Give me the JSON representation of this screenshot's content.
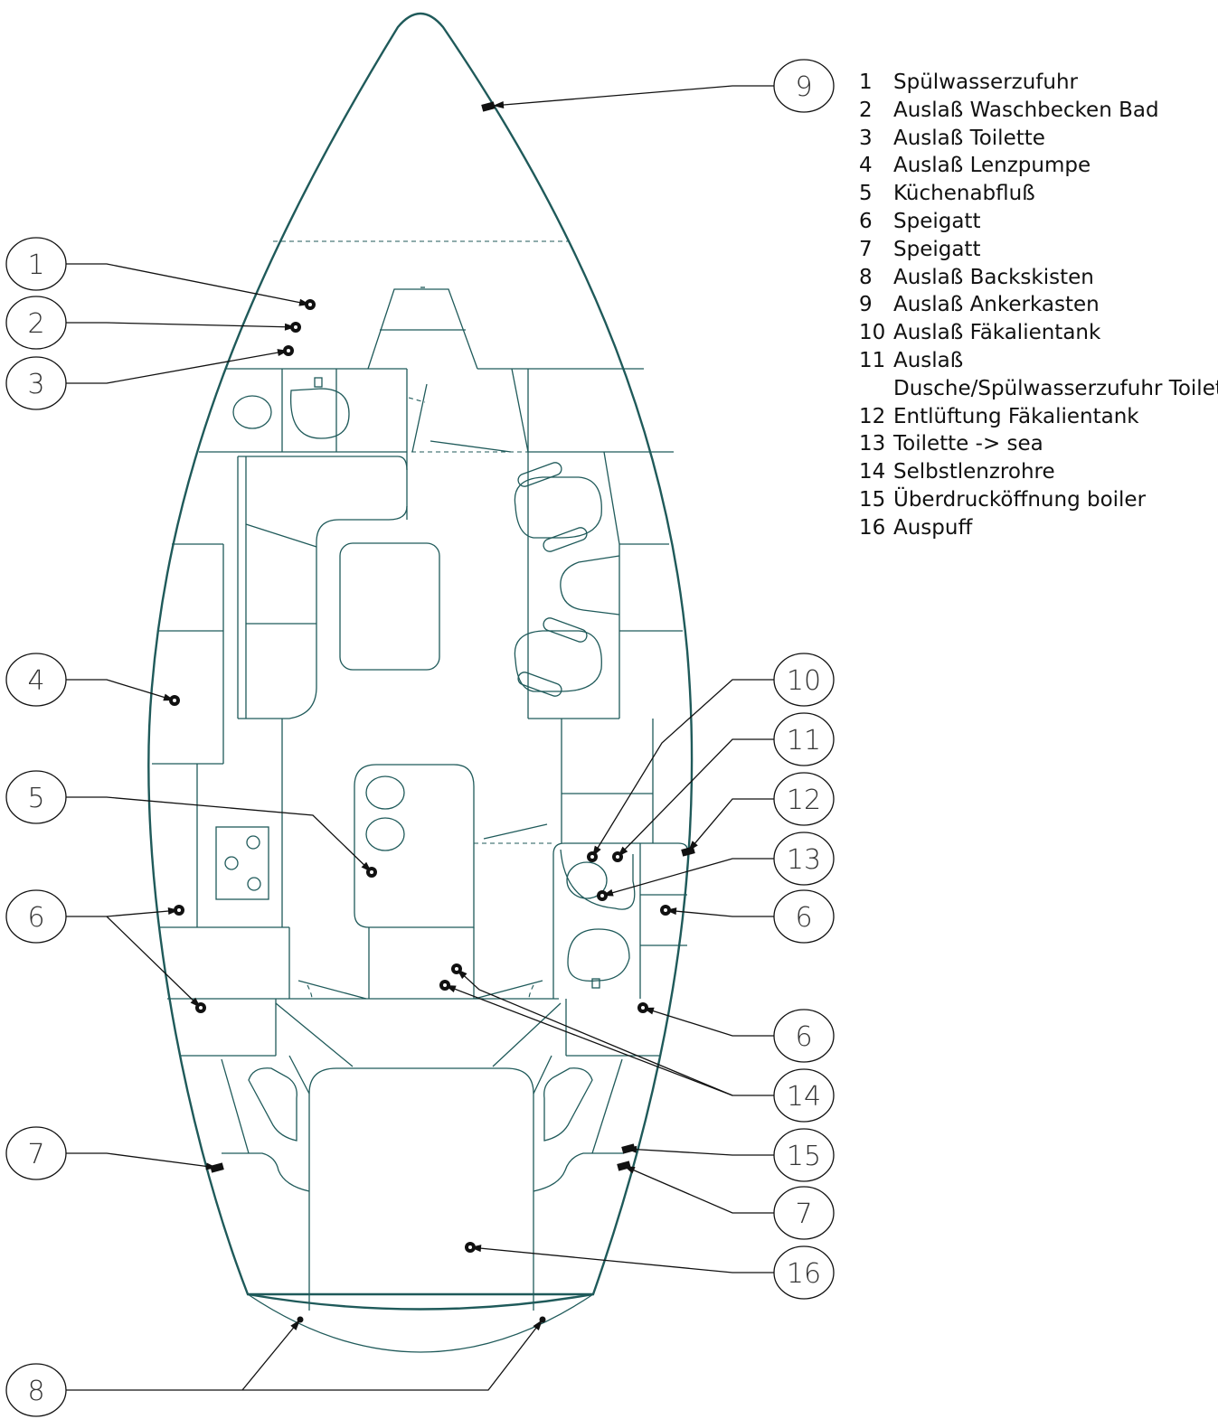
{
  "colors": {
    "hull": "#1f5a5a",
    "leader": "#111111"
  },
  "legend": [
    {
      "num": "1",
      "label": "Spülwasserzufuhr"
    },
    {
      "num": "2",
      "label": "Auslaß Waschbecken Bad"
    },
    {
      "num": "3",
      "label": "Auslaß Toilette"
    },
    {
      "num": "4",
      "label": "Auslaß Lenzpumpe"
    },
    {
      "num": "5",
      "label": "Küchenabfluß"
    },
    {
      "num": "6",
      "label": "Speigatt"
    },
    {
      "num": "7",
      "label": "Speigatt"
    },
    {
      "num": "8",
      "label": "Auslaß Backskisten"
    },
    {
      "num": "9",
      "label": "Auslaß Ankerkasten"
    },
    {
      "num": "10",
      "label": "Auslaß Fäkalientank"
    },
    {
      "num": "11",
      "label": "Auslaß"
    },
    {
      "num": "",
      "label": "Dusche/Spülwasserzufuhr Toilette"
    },
    {
      "num": "12",
      "label": "Entlüftung Fäkalientank"
    },
    {
      "num": "13",
      "label": "Toilette -> sea"
    },
    {
      "num": "14",
      "label": "Selbstlenzrohre"
    },
    {
      "num": "15",
      "label": "Überdrucköffnung boiler"
    },
    {
      "num": "16",
      "label": "Auspuff"
    }
  ],
  "callouts": [
    {
      "label": "9"
    },
    {
      "label": "1"
    },
    {
      "label": "2"
    },
    {
      "label": "3"
    },
    {
      "label": "4"
    },
    {
      "label": "10"
    },
    {
      "label": "11"
    },
    {
      "label": "12"
    },
    {
      "label": "5"
    },
    {
      "label": "13"
    },
    {
      "label": "6"
    },
    {
      "label": "6"
    },
    {
      "label": "6"
    },
    {
      "label": "14"
    },
    {
      "label": "7"
    },
    {
      "label": "15"
    },
    {
      "label": "7"
    },
    {
      "label": "16"
    },
    {
      "label": "8"
    }
  ]
}
